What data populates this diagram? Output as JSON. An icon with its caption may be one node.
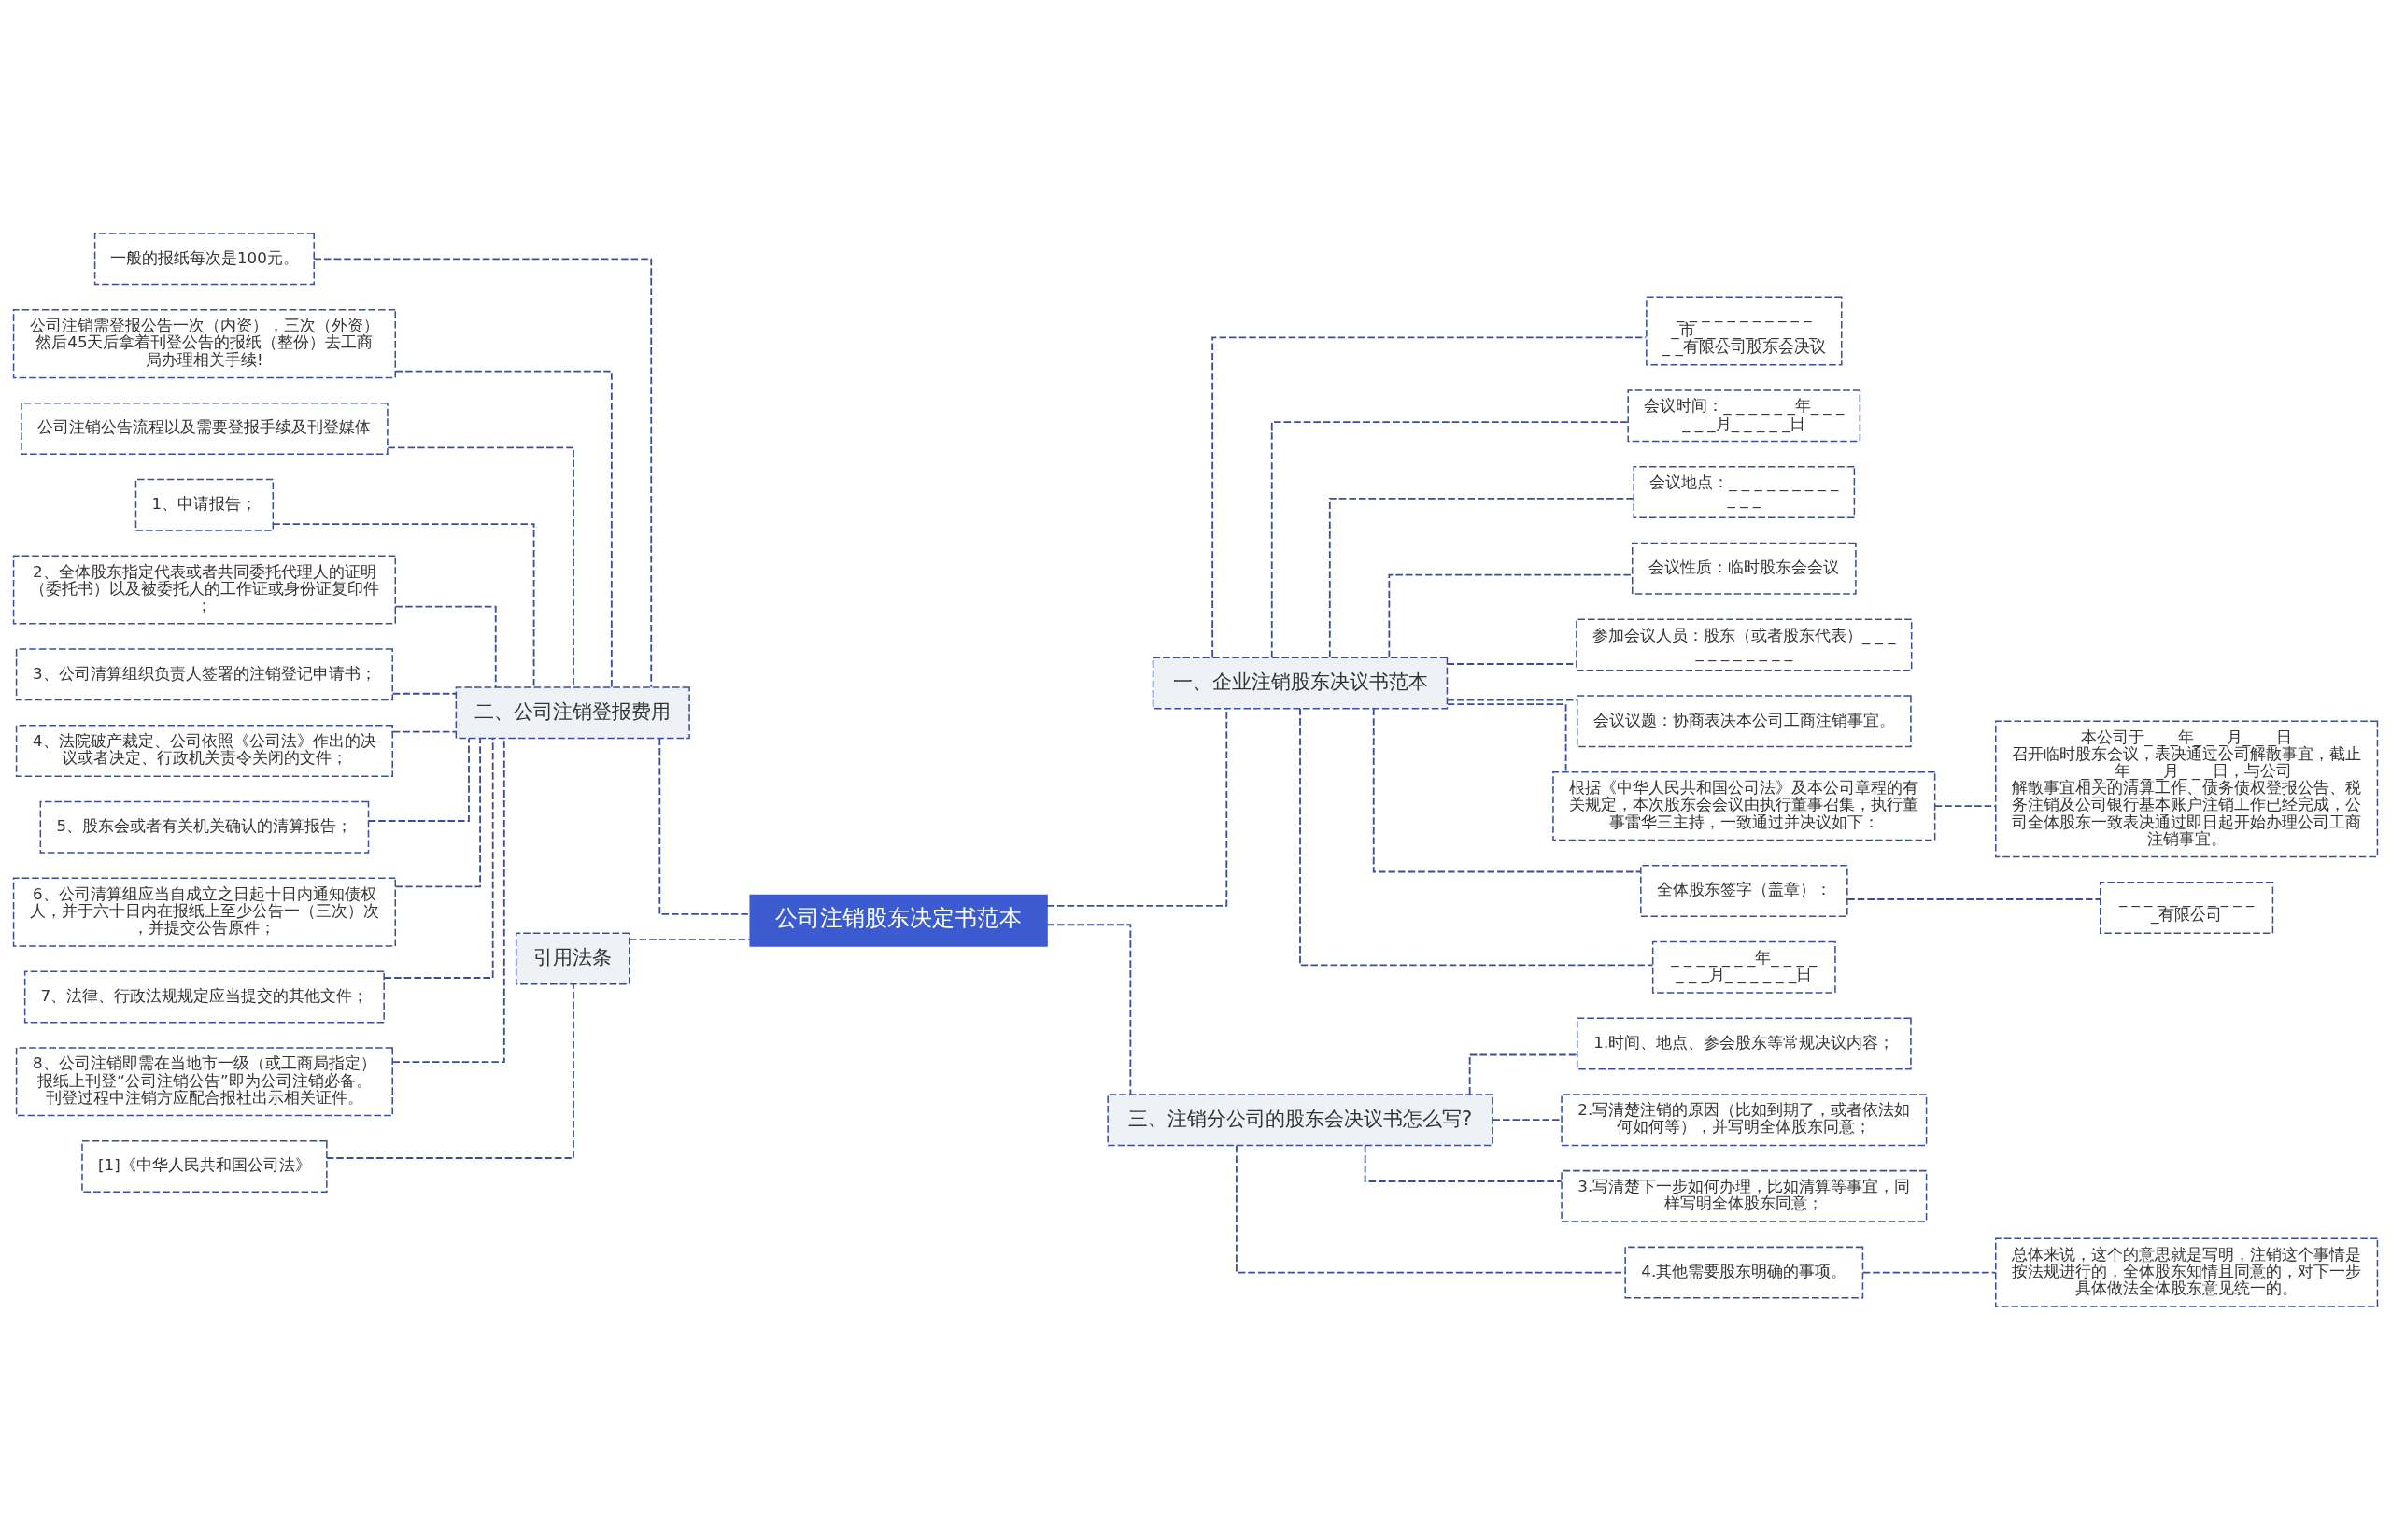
{
  "diagram": {
    "nodes": [
      {
        "text": [
          "公司注销股东决定书范本"
        ]
      },
      {
        "text": [
          "一、企业注销股东决议书范本"
        ]
      },
      {
        "text": [
          "_ _ _ _ _ _ _ _ _ _ _ _市_ _ _ _ _ _ _ _ _ _ _ _有限公司股东会决议"
        ]
      },
      {
        "text": [
          "会议时间：_ _ _ _ _ _年_ _ _ _ _ _月_ _ _ _ _日"
        ]
      },
      {
        "text": [
          "会议地点：_ _ _ _ _ _ _ _ _ _ _ _"
        ]
      },
      {
        "text": [
          "会议性质：临时股东会会议"
        ]
      },
      {
        "text": [
          "参加会议人员：股东（或者股东代表）_ _ _ _ _ _ _ _ _ _ _"
        ]
      },
      {
        "text": [
          "会议议题：协商表决本公司工商注销事宜。"
        ]
      },
      {
        "text": [
          "根据《中华人民共和国公司法》及本公司章程的有关规定，本次股东会会议由执行董事召集，执行董事雷华三主持，一致通过并决议如下："
        ]
      },
      {
        "text": [
          "本公司于_ _ _年_ _ _月_ _ _日召开临时股东会议，表决通过公司解散事宜，截止_ _ _年_ _ _月_ _ _日，与公司解散事宜相关的清算工作、债务债权登报公告、税务注销及公司银行基本账户注销工作已经完成，公司全体股东一致表决通过即日起开始办理公司工商注销事宜。"
        ]
      },
      {
        "text": [
          "全体股东签字（盖章）："
        ]
      },
      {
        "text": [
          "_ _ _ _ _ _ _ _ _ _ _ _有限公司"
        ]
      },
      {
        "text": [
          "_ _ _ _ _ _ _年_ _ _ _ _ _ _月_ _ _ _ _ _日"
        ]
      },
      {
        "text": [
          "三、注销分公司的股东会决议书怎么写?"
        ]
      },
      {
        "text": [
          "1.时间、地点、参会股东等常规决议内容；"
        ]
      },
      {
        "text": [
          "2.写清楚注销的原因（比如到期了，或者依法如何如何等），并写明全体股东同意；"
        ]
      },
      {
        "text": [
          "3.写清楚下一步如何办理，比如清算等事宜，同样写明全体股东同意；"
        ]
      },
      {
        "text": [
          "4.其他需要股东明确的事项。"
        ]
      },
      {
        "text": [
          "总体来说，这个的意思就是写明，注销这个事情是按法规进行的，全体股东知情且同意的，对下一步具体做法全体股东意见统一的。"
        ]
      },
      {
        "text": [
          "二、公司注销登报费用"
        ]
      },
      {
        "text": [
          "一般的报纸每次是100元。"
        ]
      },
      {
        "text": [
          "公司注销需登报公告一次（内资），三次（外资）然后45天后拿着刊登公告的报纸（整份）去工商局办理相关手续!"
        ]
      },
      {
        "text": [
          "公司注销公告流程以及需要登报手续及刊登媒体"
        ]
      },
      {
        "text": [
          "1、申请报告；"
        ]
      },
      {
        "text": [
          "2、全体股东指定代表或者共同委托代理人的证明（委托书）以及被委托人的工作证或身份证复印件；"
        ]
      },
      {
        "text": [
          "3、公司清算组织负责人签署的注销登记申请书；"
        ]
      },
      {
        "text": [
          "4、法院破产裁定、公司依照《公司法》作出的决议或者决定、行政机关责令关闭的文件；"
        ]
      },
      {
        "text": [
          "5、股东会或者有关机关确认的清算报告；"
        ]
      },
      {
        "text": [
          "6、公司清算组应当自成立之日起十日内通知债权人，并于六十日内在报纸上至少公告一（三次）次，并提交公告原件；"
        ]
      },
      {
        "text": [
          "7、法律、行政法规规定应当提交的其他文件；"
        ]
      },
      {
        "text": [
          "8、公司注销即需在当地市一级（或工商局指定）报纸上刊登“公司注销公告”即为公司注销必备。刊登过程中注销方应配合报社出示相关证件。"
        ]
      },
      {
        "text": [
          "引用法条"
        ]
      },
      {
        "text": [
          "[1]《中华人民共和国公司法》"
        ]
      }
    ],
    "edges": [
      {
        "from": 0,
        "to": 1,
        "arrow": "none",
        "style": "dashed"
      },
      {
        "from": 1,
        "to": 2,
        "arrow": "none",
        "style": "dashed"
      },
      {
        "from": 1,
        "to": 3,
        "arrow": "none",
        "style": "dashed"
      },
      {
        "from": 1,
        "to": 4,
        "arrow": "none",
        "style": "dashed"
      },
      {
        "from": 1,
        "to": 5,
        "arrow": "none",
        "style": "dashed"
      },
      {
        "from": 1,
        "to": 6,
        "arrow": "none",
        "style": "dashed"
      },
      {
        "from": 1,
        "to": 7,
        "arrow": "none",
        "style": "dashed"
      },
      {
        "from": 1,
        "to": 8,
        "arrow": "none",
        "style": "dashed"
      },
      {
        "from": 8,
        "to": 9,
        "arrow": "none",
        "style": "dashed"
      },
      {
        "from": 1,
        "to": 10,
        "arrow": "none",
        "style": "dashed"
      },
      {
        "from": 10,
        "to": 11,
        "arrow": "none",
        "style": "dashed"
      },
      {
        "from": 1,
        "to": 12,
        "arrow": "none",
        "style": "dashed"
      },
      {
        "from": 0,
        "to": 13,
        "arrow": "none",
        "style": "dashed"
      },
      {
        "from": 13,
        "to": 14,
        "arrow": "none",
        "style": "dashed"
      },
      {
        "from": 13,
        "to": 15,
        "arrow": "none",
        "style": "dashed"
      },
      {
        "from": 13,
        "to": 16,
        "arrow": "none",
        "style": "dashed"
      },
      {
        "from": 13,
        "to": 17,
        "arrow": "none",
        "style": "dashed"
      },
      {
        "from": 17,
        "to": 18,
        "arrow": "none",
        "style": "dashed"
      },
      {
        "from": 0,
        "to": 19,
        "arrow": "none",
        "style": "dashed"
      },
      {
        "from": 19,
        "to": 20,
        "arrow": "none",
        "style": "dashed"
      },
      {
        "from": 19,
        "to": 21,
        "arrow": "none",
        "style": "dashed"
      },
      {
        "from": 19,
        "to": 22,
        "arrow": "none",
        "style": "dashed"
      },
      {
        "from": 19,
        "to": 23,
        "arrow": "none",
        "style": "dashed"
      },
      {
        "from": 19,
        "to": 24,
        "arrow": "none",
        "style": "dashed"
      },
      {
        "from": 19,
        "to": 25,
        "arrow": "none",
        "style": "dashed"
      },
      {
        "from": 19,
        "to": 26,
        "arrow": "none",
        "style": "dashed"
      },
      {
        "from": 19,
        "to": 27,
        "arrow": "none",
        "style": "dashed"
      },
      {
        "from": 19,
        "to": 28,
        "arrow": "none",
        "style": "dashed"
      },
      {
        "from": 19,
        "to": 29,
        "arrow": "none",
        "style": "dashed"
      },
      {
        "from": 19,
        "to": 30,
        "arrow": "none",
        "style": "dashed"
      },
      {
        "from": 0,
        "to": 31,
        "arrow": "none",
        "style": "dashed"
      },
      {
        "from": 31,
        "to": 32,
        "arrow": "none",
        "style": "dashed"
      }
    ]
  }
}
